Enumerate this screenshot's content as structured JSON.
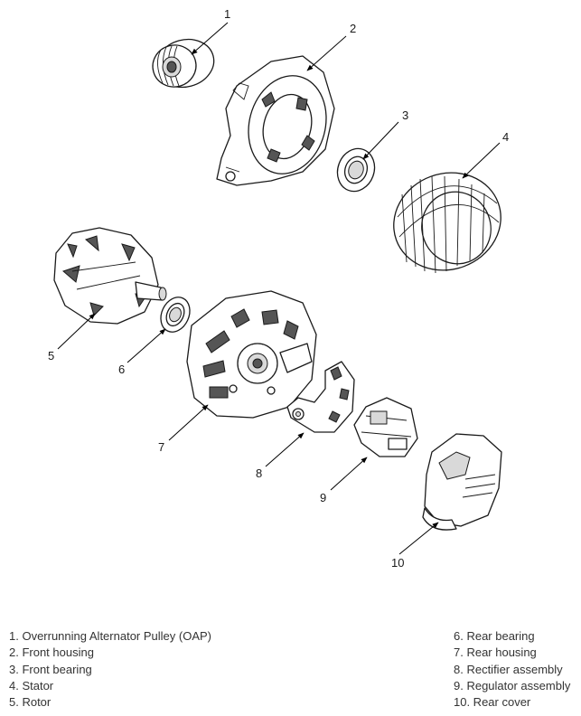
{
  "callouts": {
    "c1": "1",
    "c2": "2",
    "c3": "3",
    "c4": "4",
    "c5": "5",
    "c6": "6",
    "c7": "7",
    "c8": "8",
    "c9": "9",
    "c10": "10"
  },
  "legend": {
    "left": [
      "1. Overrunning Alternator Pulley (OAP)",
      "2. Front housing",
      "3. Front bearing",
      "4. Stator",
      "5. Rotor"
    ],
    "right": [
      "6. Rear bearing",
      "7. Rear housing",
      "8. Rectifier assembly",
      "9. Regulator assembly",
      "10. Rear cover"
    ]
  }
}
